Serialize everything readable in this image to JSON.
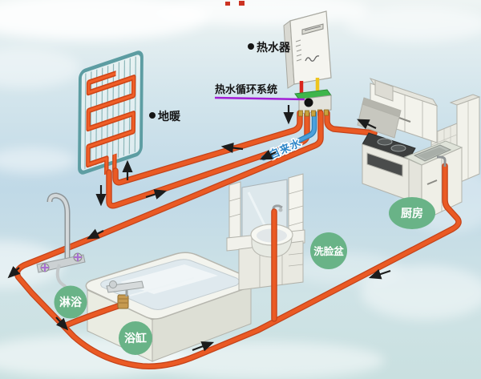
{
  "labels": {
    "water_heater": "热水器",
    "circulation_system": "热水循环系统",
    "floor_heating": "地暖",
    "tap_water": "自来水",
    "kitchen": "厨房",
    "wash_basin": "洗脸盆",
    "shower": "淋浴",
    "bathtub": "浴缸"
  },
  "colors": {
    "pipe_orange": "#ea5a24",
    "pipe_edge": "#c4431a",
    "tap_blue": "#2e86c8",
    "label_green": "#69b387",
    "pointer_purple": "#a21fd6",
    "coil_teal": "#5d9da2",
    "arrow_black": "#1c1c1c"
  }
}
